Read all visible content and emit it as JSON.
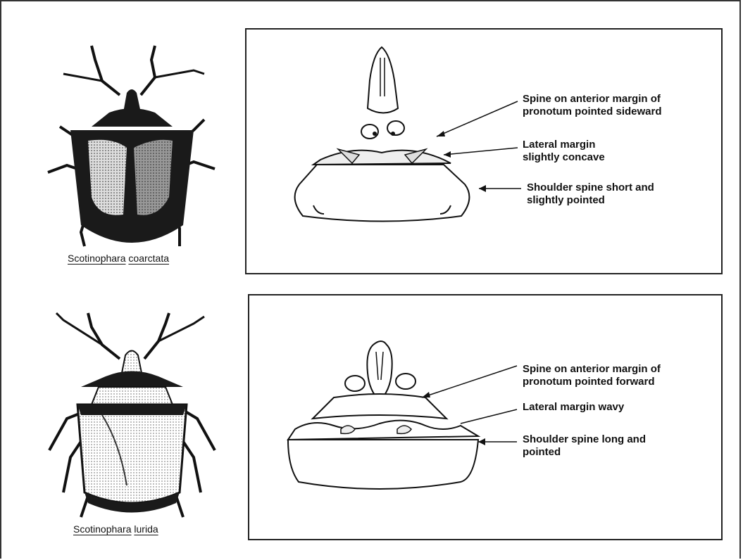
{
  "species": [
    {
      "genus": "Scotinophara",
      "epithet": "coarctata",
      "callouts": [
        {
          "line1": "Spine on anterior margin of",
          "line2": "pronotum pointed sideward"
        },
        {
          "line1": "Lateral margin",
          "line2": "slightly concave"
        },
        {
          "line1": "Shoulder spine short and",
          "line2": "slightly pointed"
        }
      ]
    },
    {
      "genus": "Scotinophara",
      "epithet": "lurida",
      "callouts": [
        {
          "line1": "Spine on anterior margin of",
          "line2": "pronotum pointed forward"
        },
        {
          "line1": "Lateral margin wavy",
          "line2": ""
        },
        {
          "line1": "Shoulder spine long and",
          "line2": "pointed"
        }
      ]
    }
  ],
  "colors": {
    "ink": "#111111",
    "dark_stipple": "#1a1a1a",
    "light_stipple": "#d8d8d8"
  }
}
